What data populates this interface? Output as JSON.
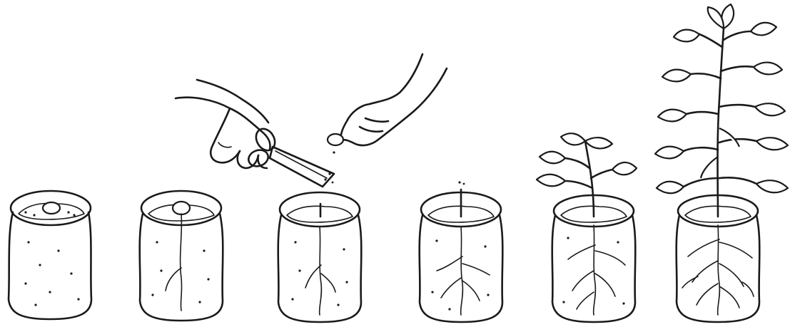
{
  "figure": {
    "background_color": "#ffffff",
    "ink_color": "#1a1a1a",
    "stages": [
      {
        "stage": 1,
        "content": "bag-with-seed-on-soil"
      },
      {
        "stage": 2,
        "content": "bag-seed-with-taproot"
      },
      {
        "stage": 3,
        "content": "bag-seedling-with-roots"
      },
      {
        "stage": 4,
        "content": "bag-small-shoot-with-roots"
      },
      {
        "stage": 5,
        "content": "bag-young-plant"
      },
      {
        "stage": 6,
        "content": "bag-grown-plant"
      }
    ],
    "hands": [
      {
        "holds": "scissors-icon"
      },
      {
        "holds": "seed"
      }
    ]
  }
}
